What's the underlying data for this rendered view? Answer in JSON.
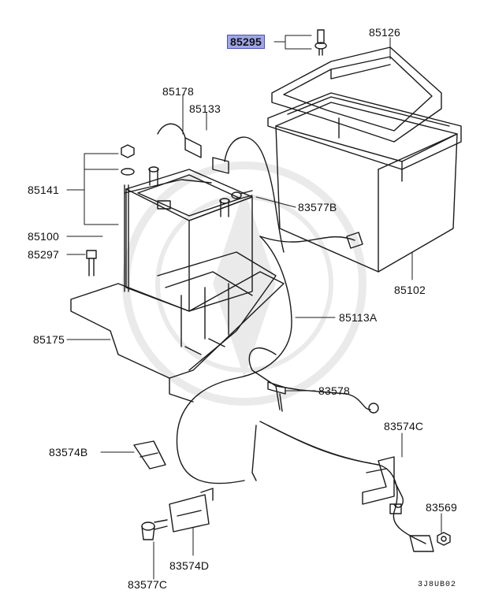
{
  "diagram": {
    "highlighted_part": "85295",
    "part_labels": [
      {
        "id": "p85295",
        "text": "85295",
        "highlight": true
      },
      {
        "id": "p85126",
        "text": "85126"
      },
      {
        "id": "p85178",
        "text": "85178"
      },
      {
        "id": "p85133",
        "text": "85133"
      },
      {
        "id": "p85141",
        "text": "85141"
      },
      {
        "id": "p83577B",
        "text": "83577B"
      },
      {
        "id": "p85100",
        "text": "85100"
      },
      {
        "id": "p85297",
        "text": "85297"
      },
      {
        "id": "p85102",
        "text": "85102"
      },
      {
        "id": "p85113A",
        "text": "85113A"
      },
      {
        "id": "p85175",
        "text": "85175"
      },
      {
        "id": "p83578",
        "text": "83578"
      },
      {
        "id": "p83574C",
        "text": "83574C"
      },
      {
        "id": "p83574B",
        "text": "83574B"
      },
      {
        "id": "p83569",
        "text": "83569"
      },
      {
        "id": "p83574D",
        "text": "83574D"
      },
      {
        "id": "p83577C",
        "text": "83577C"
      }
    ],
    "diagram_code": "3J8UB02"
  },
  "colors": {
    "highlight": "#9fa6e6",
    "line": "#1a1a1a"
  }
}
